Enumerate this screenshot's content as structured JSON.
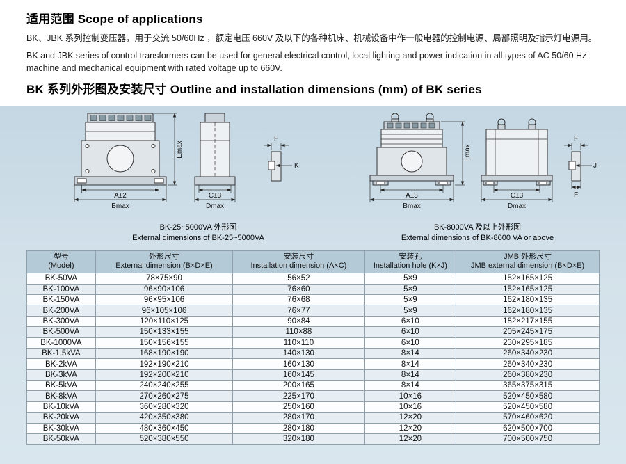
{
  "scope": {
    "title": "适用范围 Scope of applications",
    "para_zh": "BK、JBK 系列控制变压器，用于交流 50/60Hz ，额定电压 660V 及以下的各种机床、机械设备中作一般电器的控制电源、局部照明及指示灯电源用。",
    "para_en": "BK and JBK series of control transformers can be used for general electrical control, local lighting and power indication in all types of AC 50/60 Hz machine and mechanical equipment with rated voltage up to 660V."
  },
  "outline": {
    "title": "BK 系列外形图及安装尺寸 Outline and installation dimensions (mm) of BK series"
  },
  "diagrams": {
    "left": {
      "caption_zh": "BK-25~5000VA 外形图",
      "caption_en": "External dimensions of BK-25~5000VA",
      "dims": {
        "emax": "Emax",
        "a": "A±2",
        "bmax": "Bmax",
        "c": "C±3",
        "dmax": "Dmax",
        "f": "F",
        "k": "K"
      }
    },
    "right": {
      "caption_zh": "BK-8000VA 及以上外形图",
      "caption_en": "External dimensions of BK-8000 VA or above",
      "dims": {
        "emax": "Emax",
        "a": "A±3",
        "bmax": "Bmax",
        "c": "C±3",
        "dmax": "Dmax",
        "f": "F",
        "j": "J"
      }
    }
  },
  "table": {
    "headers": [
      {
        "zh": "型号",
        "en": "(Model)"
      },
      {
        "zh": "外形尺寸",
        "en": "External dimension (B×D×E)"
      },
      {
        "zh": "安装尺寸",
        "en": "Installation dimension (A×C)"
      },
      {
        "zh": "安装孔",
        "en": "Installation hole (K×J)"
      },
      {
        "zh": "JMB 外形尺寸",
        "en": "JMB external dimension (B×D×E)"
      }
    ],
    "rows": [
      [
        "BK-50VA",
        "78×75×90",
        "56×52",
        "5×9",
        "152×165×125"
      ],
      [
        "BK-100VA",
        "96×90×106",
        "76×60",
        "5×9",
        "152×165×125"
      ],
      [
        "BK-150VA",
        "96×95×106",
        "76×68",
        "5×9",
        "162×180×135"
      ],
      [
        "BK-200VA",
        "96×105×106",
        "76×77",
        "5×9",
        "162×180×135"
      ],
      [
        "BK-300VA",
        "120×110×125",
        "90×84",
        "6×10",
        "182×217×155"
      ],
      [
        "BK-500VA",
        "150×133×155",
        "110×88",
        "6×10",
        "205×245×175"
      ],
      [
        "BK-1000VA",
        "150×156×155",
        "110×110",
        "6×10",
        "230×295×185"
      ],
      [
        "BK-1.5kVA",
        "168×190×190",
        "140×130",
        "8×14",
        "260×340×230"
      ],
      [
        "BK-2kVA",
        "192×190×210",
        "160×130",
        "8×14",
        "260×340×230"
      ],
      [
        "BK-3kVA",
        "192×200×210",
        "160×145",
        "8×14",
        "260×380×230"
      ],
      [
        "BK-5kVA",
        "240×240×255",
        "200×165",
        "8×14",
        "365×375×315"
      ],
      [
        "BK-8kVA",
        "270×260×275",
        "225×170",
        "10×16",
        "520×450×580"
      ],
      [
        "BK-10kVA",
        "360×280×320",
        "250×160",
        "10×16",
        "520×450×580"
      ],
      [
        "BK-20kVA",
        "420×350×380",
        "280×170",
        "12×20",
        "570×460×620"
      ],
      [
        "BK-30kVA",
        "480×360×450",
        "280×180",
        "12×20",
        "620×500×700"
      ],
      [
        "BK-50kVA",
        "520×380×550",
        "320×180",
        "12×20",
        "700×500×750"
      ]
    ]
  },
  "colors": {
    "panel_blue": "#c7d9e4",
    "header_blue": "#b5cad7"
  }
}
